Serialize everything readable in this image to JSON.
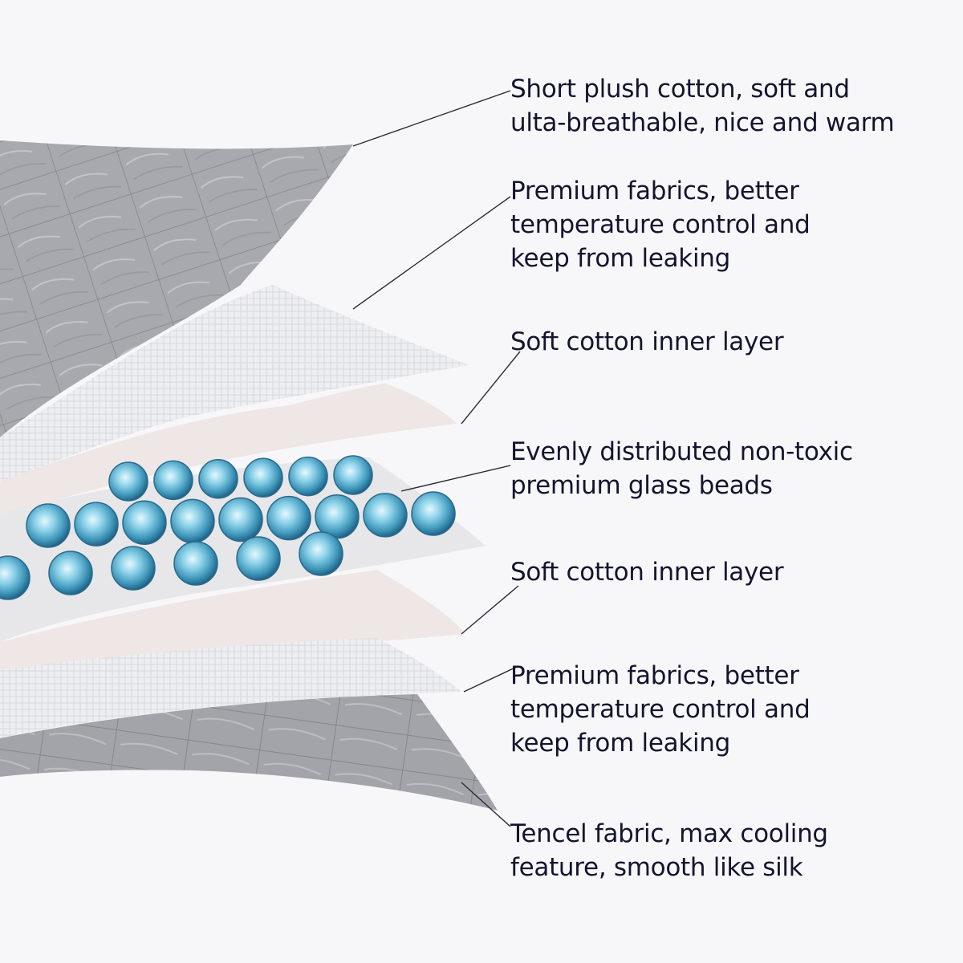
{
  "layers": [
    {
      "name": "top-cover",
      "lines": [
        "Short plush cotton, soft and",
        "ulta-breathable, nice and warm"
      ]
    },
    {
      "name": "top-fabric",
      "lines": [
        "Premium fabrics, better",
        "temperature control and",
        "keep from leaking"
      ]
    },
    {
      "name": "top-cotton",
      "lines": [
        "Soft cotton inner layer"
      ]
    },
    {
      "name": "glass-beads",
      "lines": [
        "Evenly distributed non-toxic",
        "premium glass beads"
      ]
    },
    {
      "name": "bottom-cotton",
      "lines": [
        "Soft cotton inner layer"
      ]
    },
    {
      "name": "bottom-fabric",
      "lines": [
        "Premium fabrics, better",
        "temperature control and",
        "keep from leaking"
      ]
    },
    {
      "name": "bottom-cover",
      "lines": [
        "Tencel fabric, max cooling",
        "feature, smooth like silk"
      ]
    }
  ],
  "colors": {
    "background": "#f7f7f9",
    "text": "#14142e",
    "grey_cover": "#a9abb0",
    "mesh_layer": "#e9eaed",
    "cotton_layer": "#efe6e6",
    "bead": "#5fb6d3"
  }
}
